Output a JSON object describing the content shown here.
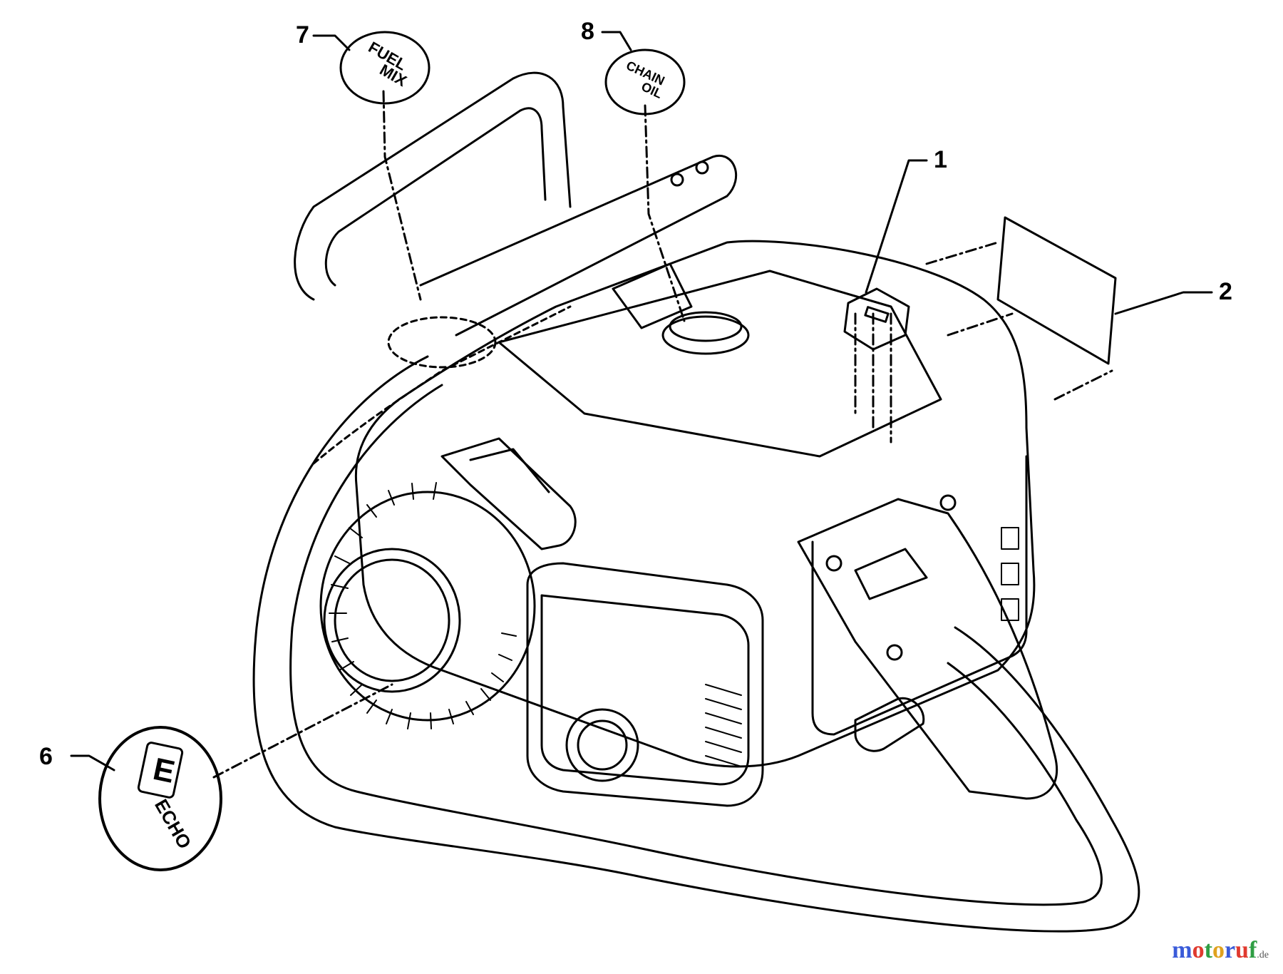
{
  "callouts": {
    "c1": "1",
    "c2": "2",
    "c6": "6",
    "c7": "7",
    "c8": "8"
  },
  "decals": {
    "fuel_mix": {
      "line1": "FUEL",
      "line2": "MIX"
    },
    "chain_oil": {
      "line1": "CHAIN",
      "line2": "OIL"
    },
    "echo": {
      "letter": "E",
      "word": "ECHO"
    }
  },
  "watermark": {
    "letters": [
      "m",
      "o",
      "t",
      "o",
      "r",
      "u",
      "f"
    ],
    "suffix": ".de",
    "colors": [
      "#3a5bd9",
      "#e03a2f",
      "#2f9e44",
      "#e0a21f",
      "#3a5bd9",
      "#e03a2f",
      "#2f9e44"
    ]
  }
}
